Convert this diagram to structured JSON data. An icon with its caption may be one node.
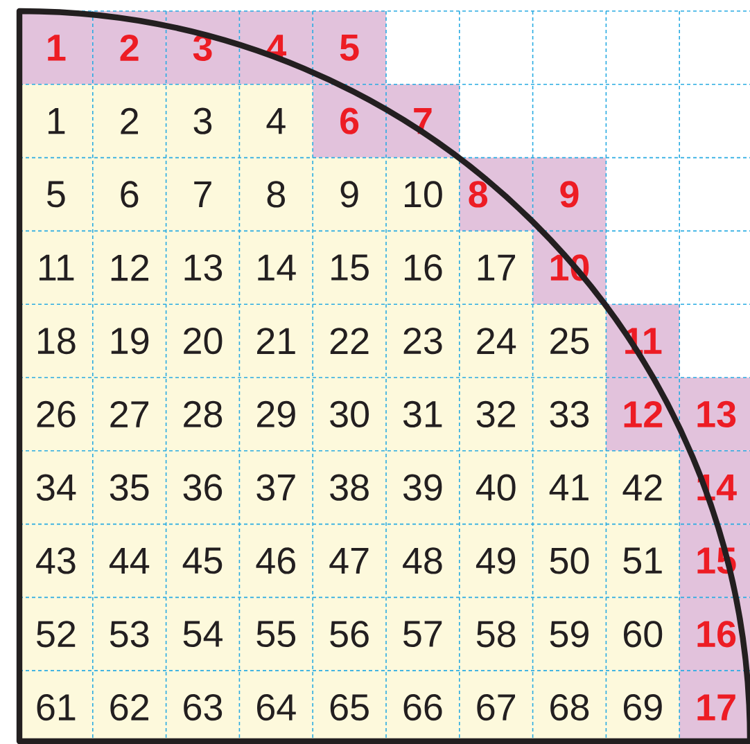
{
  "diagram": {
    "labels": [
      "1",
      "2",
      "3",
      "4",
      "5",
      "1",
      "2",
      "3",
      "4",
      "6",
      "7",
      "5",
      "6",
      "7",
      "8",
      "9",
      "10",
      "8",
      "9",
      "11",
      "12",
      "13",
      "14",
      "15",
      "16",
      "17",
      "10",
      "18",
      "19",
      "20",
      "21",
      "22",
      "23",
      "24",
      "25",
      "11",
      "26",
      "27",
      "28",
      "29",
      "30",
      "31",
      "32",
      "33",
      "12",
      "13",
      "34",
      "35",
      "36",
      "37",
      "38",
      "39",
      "40",
      "41",
      "42",
      "14",
      "43",
      "44",
      "45",
      "46",
      "47",
      "48",
      "49",
      "50",
      "51",
      "15",
      "52",
      "53",
      "54",
      "55",
      "56",
      "57",
      "58",
      "59",
      "60",
      "16",
      "61",
      "62",
      "63",
      "64",
      "65",
      "66",
      "67",
      "68",
      "69",
      "17"
    ]
  }
}
